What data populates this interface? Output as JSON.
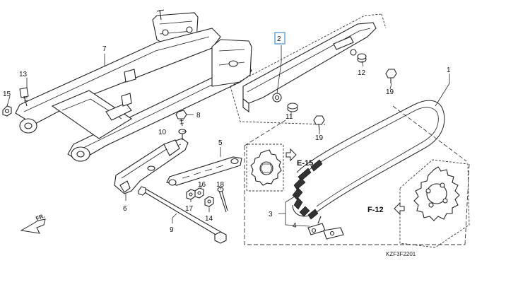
{
  "diagram": {
    "code": "KZF3F2201",
    "direction_label": "FR.",
    "refs": {
      "e15": "E-15",
      "f12": "F-12"
    },
    "callouts": {
      "c1": "1",
      "c2": "2",
      "c3": "3",
      "c4": "4",
      "c5": "5",
      "c6": "6",
      "c7": "7",
      "c8": "8",
      "c9": "9",
      "c10": "10",
      "c11": "11",
      "c12": "12",
      "c13": "13",
      "c14": "14",
      "c15": "15",
      "c16": "16",
      "c17": "17",
      "c18": "18",
      "c19a": "19",
      "c19b": "19"
    }
  }
}
